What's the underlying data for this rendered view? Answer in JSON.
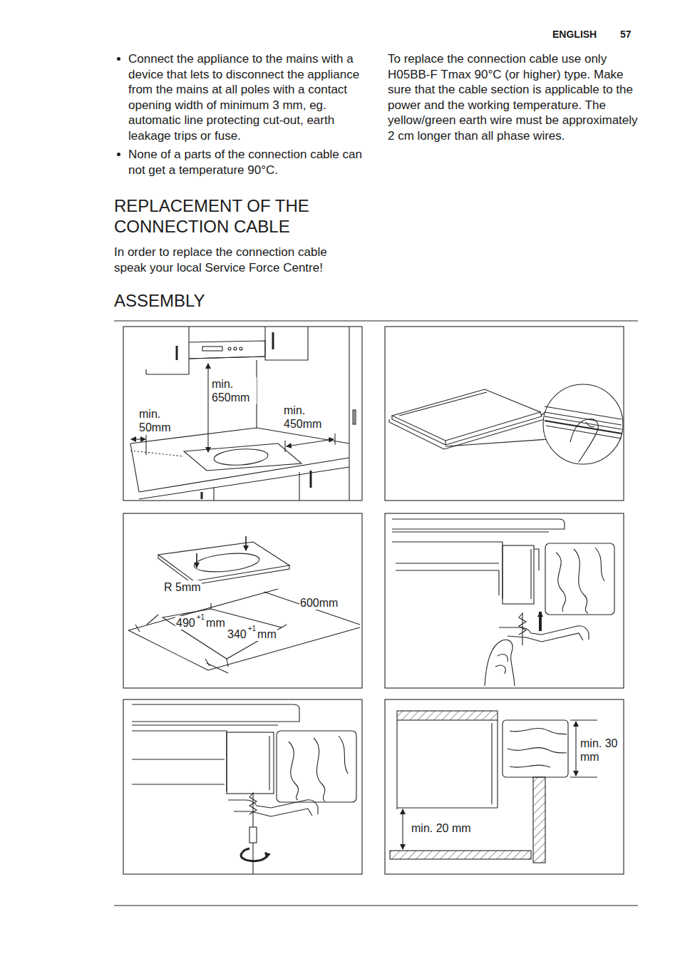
{
  "diagram": {
    "labels": [
      "ENGLISH",
      "57",
      "Connect the appliance to the mains with a device that lets to disconnect the appliance from the mains at all poles with a contact opening width of minimum 3 mm, eg. automatic line protecting cut-out, earth leakage trips or fuse.",
      "None of a parts of the connection cable can not get a temperature 90°C.",
      "REPLACEMENT OF THE CONNECTION CABLE",
      "In order to replace the connection cable speak your local Service Force Centre!",
      "To replace the connection cable use only H05BB-F Tmax 90°C (or higher) type. Make sure that the cable section is applicable to the power and the working temperature. The yellow/green earth wire must be approximately 2 cm longer than all phase wires.",
      "ASSEMBLY",
      "min. 650mm",
      "min. 50mm",
      "min. 450mm",
      "R 5mm",
      "600mm",
      "490",
      "+1",
      "mm",
      "340",
      "+1",
      "mm",
      "min. 30 mm",
      "min. 20 mm"
    ]
  }
}
